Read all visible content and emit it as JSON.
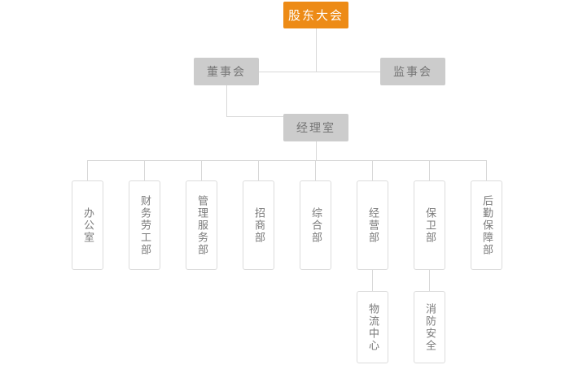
{
  "chart_title": "",
  "colors": {
    "root_fill": "#ed8b16",
    "root_text": "#ffffff",
    "level_fill": "#cccccc",
    "level_text": "#767676",
    "box_border": "#dcdcdc",
    "box_text": "#7a7a7a",
    "connector": "#d8d8d8",
    "background": "#ffffff"
  },
  "nodes": {
    "root": {
      "label": "股东大会"
    },
    "board": {
      "label": "董事会"
    },
    "supervisors": {
      "label": "监事会"
    },
    "manager_office": {
      "label": "经理室"
    }
  },
  "departments": [
    {
      "label": "办公室"
    },
    {
      "label": "财务劳工部"
    },
    {
      "label": "管理服务部"
    },
    {
      "label": "招商部"
    },
    {
      "label": "综合部"
    },
    {
      "label": "经营部"
    },
    {
      "label": "保卫部"
    },
    {
      "label": "后勤保障部"
    }
  ],
  "sub_departments": [
    {
      "label": "物流中心",
      "parent": "经营部"
    },
    {
      "label": "消防安全",
      "parent": "保卫部"
    }
  ]
}
